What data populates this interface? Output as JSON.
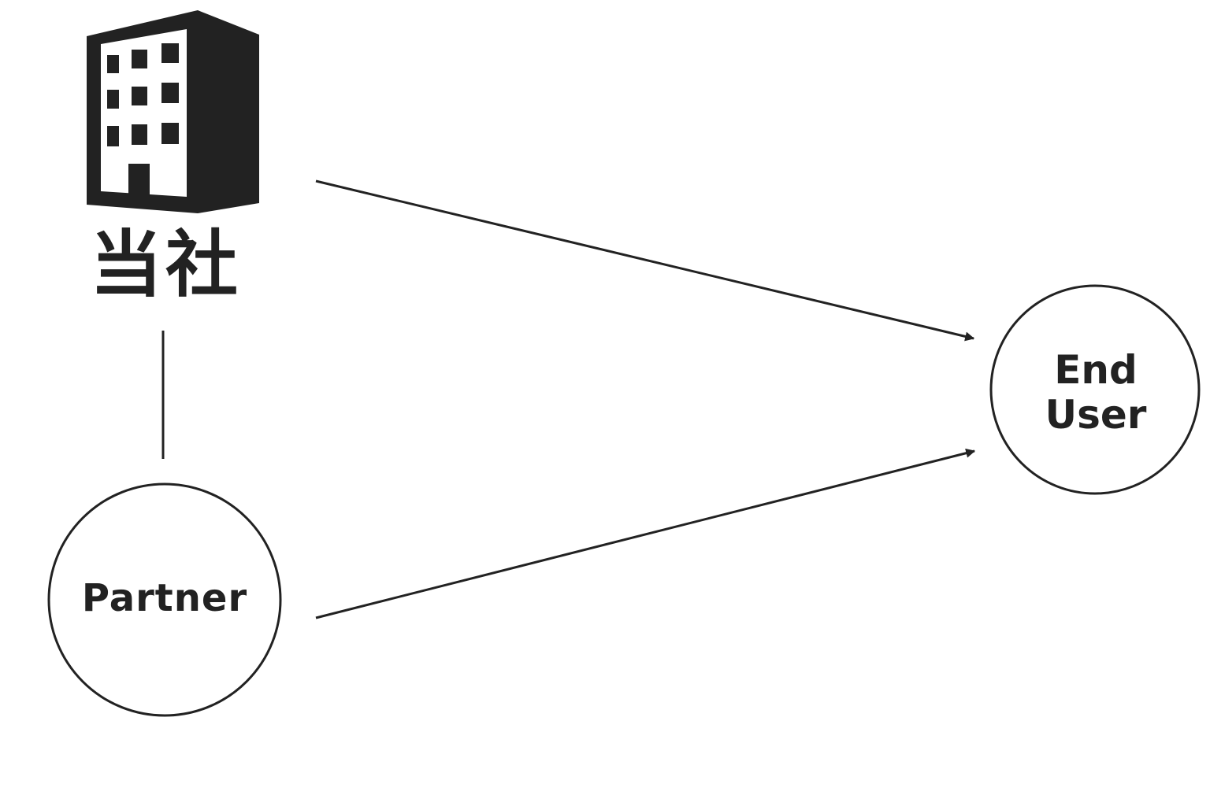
{
  "nodes": {
    "company": {
      "label": "当社",
      "icon": "office-building-icon"
    },
    "partner": {
      "label": "Partner"
    },
    "end_user": {
      "label_line1": "End",
      "label_line2": "User"
    }
  },
  "edges": [
    {
      "from": "company",
      "to": "end_user",
      "directed": true
    },
    {
      "from": "partner",
      "to": "end_user",
      "directed": true
    },
    {
      "from": "company",
      "to": "partner",
      "directed": false
    }
  ],
  "colors": {
    "stroke": "#222222",
    "background": "#ffffff"
  }
}
